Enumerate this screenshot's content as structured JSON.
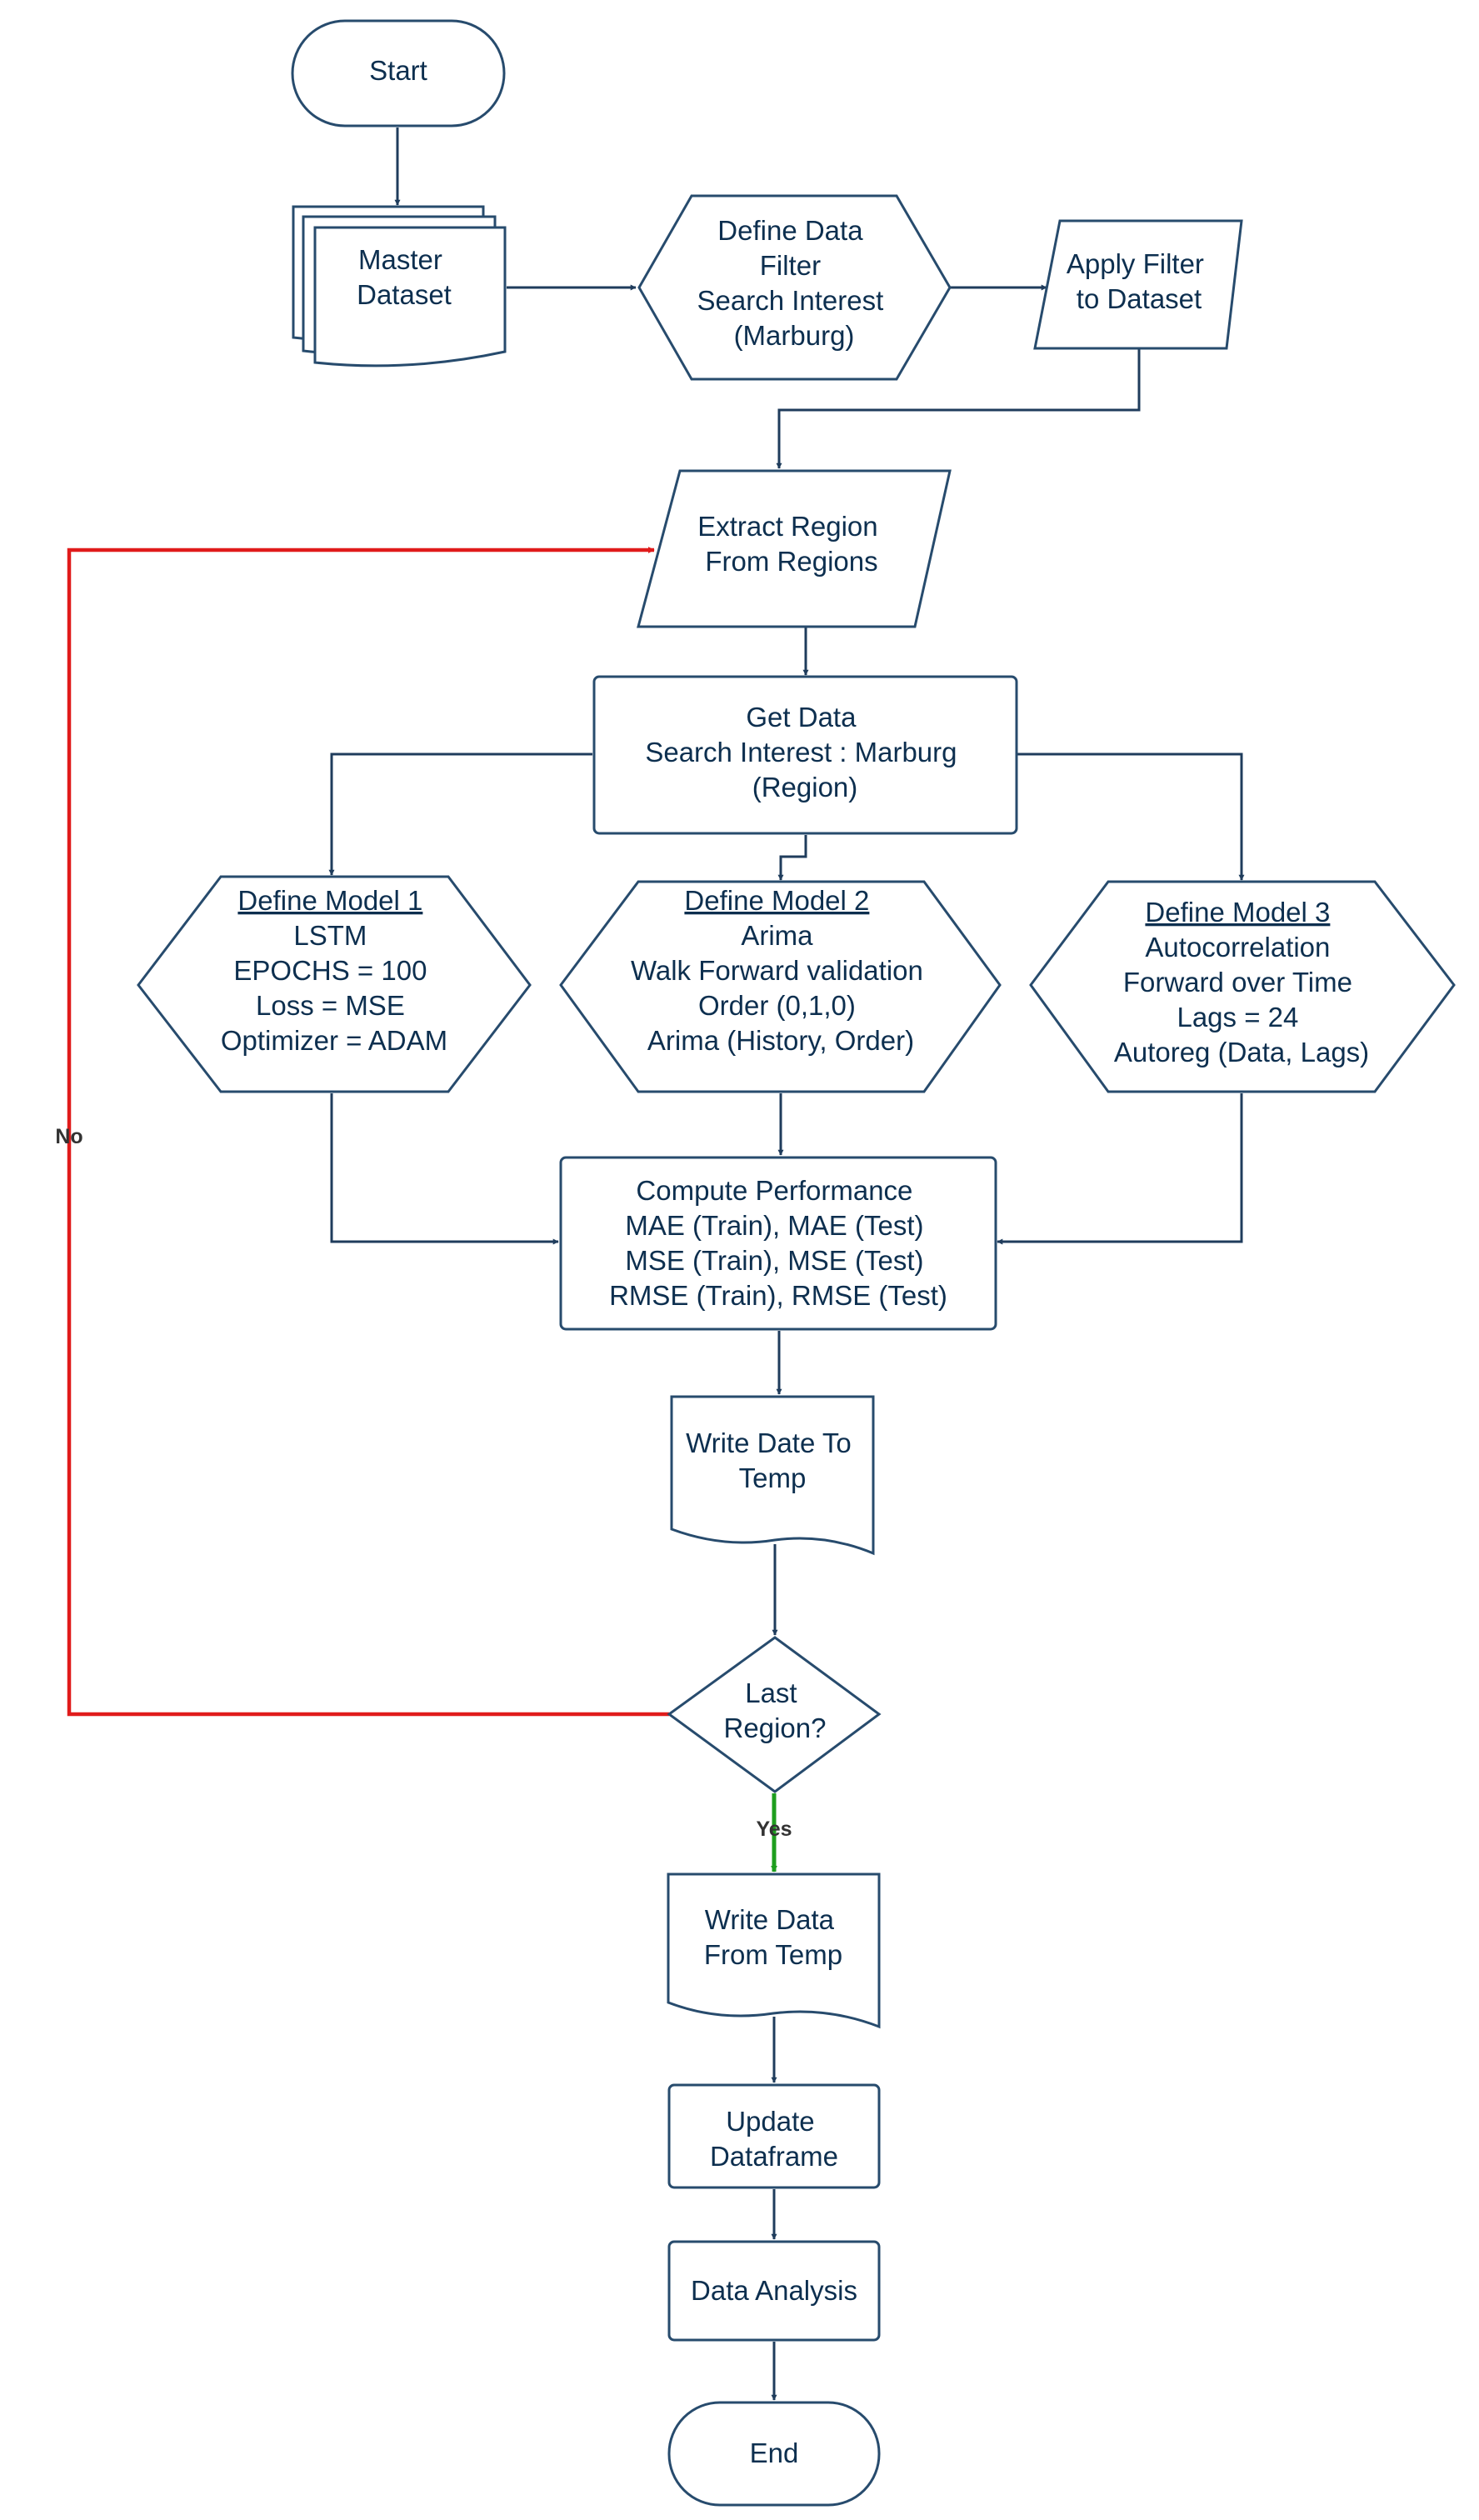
{
  "nodes": {
    "start": {
      "lines": [
        "Start"
      ]
    },
    "master_dataset": {
      "lines": [
        "Master",
        "Dataset"
      ]
    },
    "define_filter": {
      "lines": [
        "Define Data",
        "Filter",
        "Search Interest",
        "(Marburg)"
      ]
    },
    "apply_filter": {
      "lines": [
        "Apply Filter",
        "to Dataset"
      ]
    },
    "extract_region": {
      "lines": [
        "Extract Region",
        "From Regions"
      ]
    },
    "get_data": {
      "lines": [
        "Get Data",
        "Search Interest : Marburg",
        "(Region)"
      ]
    },
    "model1": {
      "title": "Define Model 1",
      "lines": [
        "LSTM",
        "EPOCHS = 100",
        "Loss = MSE",
        "Optimizer = ADAM"
      ]
    },
    "model2": {
      "title": "Define Model 2",
      "lines": [
        "Arima",
        "Walk Forward validation",
        "Order (0,1,0)",
        "Arima (History, Order)"
      ]
    },
    "model3": {
      "title": "Define Model 3",
      "lines": [
        "Autocorrelation",
        "Forward over Time",
        "Lags = 24",
        "Autoreg (Data, Lags)"
      ]
    },
    "compute_perf": {
      "lines": [
        "Compute Performance",
        "MAE (Train), MAE (Test)",
        "MSE (Train), MSE (Test)",
        "RMSE (Train), RMSE (Test)"
      ]
    },
    "write_temp": {
      "lines": [
        "Write Date To",
        "Temp"
      ]
    },
    "last_region": {
      "lines": [
        "Last",
        "Region?"
      ]
    },
    "write_from_temp": {
      "lines": [
        "Write Data",
        "From Temp"
      ]
    },
    "update_df": {
      "lines": [
        "Update",
        "Dataframe"
      ]
    },
    "data_analysis": {
      "lines": [
        "Data Analysis"
      ]
    },
    "end": {
      "lines": [
        "End"
      ]
    }
  },
  "edge_labels": {
    "no": "No",
    "yes": "Yes"
  },
  "colors": {
    "stroke": "#274b6d",
    "text": "#0d2f4f",
    "no_edge": "#e01b1b",
    "yes_edge": "#1e9e1e"
  }
}
